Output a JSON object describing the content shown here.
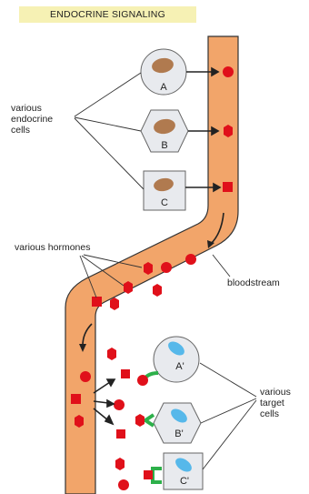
{
  "title": "ENDOCRINE SIGNALING",
  "labels": {
    "various_endocrine_cells": [
      "various",
      "endocrine",
      "cells"
    ],
    "various_hormones": "various hormones",
    "bloodstream": "bloodstream",
    "various_target_cells": [
      "various",
      "target",
      "cells"
    ]
  },
  "cells": {
    "source": [
      "A",
      "B",
      "C"
    ],
    "target": [
      "A'",
      "B'",
      "C'"
    ]
  },
  "colors": {
    "title_bg": "#f6f1b4",
    "blood_fill": "#f2a56a",
    "blood_stroke": "#333333",
    "hormone_red": "#e0101a",
    "cell_fill": "#e8eaee",
    "nucleus": "#b07a4f",
    "target_nucleus": "#56b8ea",
    "receptor_green": "#2db04a"
  }
}
